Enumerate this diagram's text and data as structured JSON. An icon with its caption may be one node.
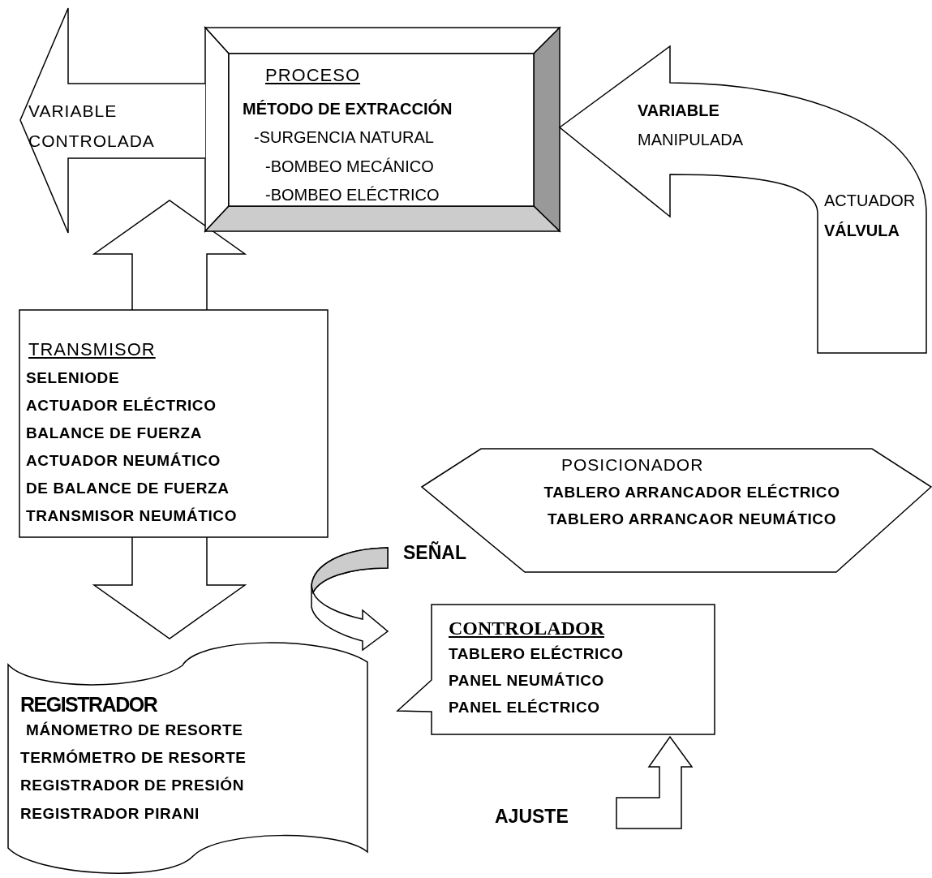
{
  "diagram": {
    "nodes": [
      {
        "text": [
          "PROCESO",
          "MÉTODO DE EXTRACCIÓN",
          "-SURGENCIA NATURAL",
          "-BOMBEO MECÁNICO",
          "-BOMBEO ELÉCTRICO"
        ]
      },
      {
        "text": [
          "VARIABLE CONTROLADA"
        ]
      },
      {
        "text": [
          "**VARIABLE** MANIPULADA",
          "ACTUADOR **VÁLVULA**"
        ]
      },
      {
        "text": [
          "TRANSMISOR",
          "SELENIODE",
          "ACTUADOR ELÉCTRICO",
          "BALANCE DE FUERZA",
          "ACTUADOR NEUMÁTICO",
          "DE BALANCE DE FUERZA",
          "TRANSMISOR NEUMÁTICO"
        ]
      },
      {
        "text": [
          "POSICIONADOR",
          "TABLERO ARRANCADOR ELÉCTRICO",
          "TABLERO ARRANCAOR NEUMÁTICO"
        ]
      },
      {
        "text": [
          "REGISTRADOR",
          "MÁNOMETRO DE RESORTE",
          "TERMÓMETRO DE RESORTE",
          "REGISTRADOR DE PRESIÓN",
          "REGISTRADOR PIRANI"
        ]
      },
      {
        "text": [
          "CONTROLADOR",
          "TABLERO ELÉCTRICO",
          "PANEL NEUMÁTICO",
          "PANEL ELÉCTRICO"
        ]
      }
    ],
    "edges": [
      {
        "from": 3,
        "to": 0,
        "arrow": "to"
      },
      {
        "from": 3,
        "to": 5,
        "arrow": "to"
      },
      {
        "from": null,
        "to": 6,
        "arrow": "to",
        "label": "SEÑAL"
      },
      {
        "from": null,
        "to": 6,
        "arrow": "to",
        "label": "AJUSTE"
      }
    ]
  }
}
